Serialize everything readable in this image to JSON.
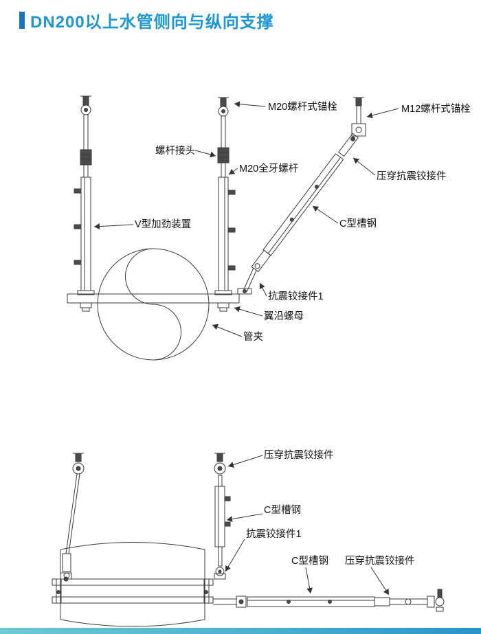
{
  "header": {
    "title": "DN200以上水管侧向与纵向支撑"
  },
  "colors": {
    "title_blue": "#1b97d4",
    "accent_bar_blue": "#1578be",
    "line_color": "#3a3a3a",
    "footer_teal_left": "#6ec9d2",
    "footer_teal_right": "#2a93c8"
  },
  "diagram_top": {
    "labels": {
      "m20_anchor": "M20螺杆式锚栓",
      "m12_anchor": "M12螺杆式锚栓",
      "rod_coupler": "螺杆接头",
      "m20_rod": "M20全牙螺杆",
      "punch_hinge": "压穿抗震铰接件",
      "v_stiffener": "V型加劲装置",
      "c_channel": "C型槽钢",
      "hinge1": "抗震铰接件1",
      "flange_nut": "翼沿螺母",
      "pipe_clamp": "管夹"
    }
  },
  "diagram_bottom": {
    "labels": {
      "punch_hinge_top": "压穿抗震铰接件",
      "c_channel_vert": "C型槽钢",
      "hinge1": "抗震铰接件1",
      "c_channel_horiz": "C型槽钢",
      "punch_hinge_right": "压穿抗震铰接件"
    }
  }
}
